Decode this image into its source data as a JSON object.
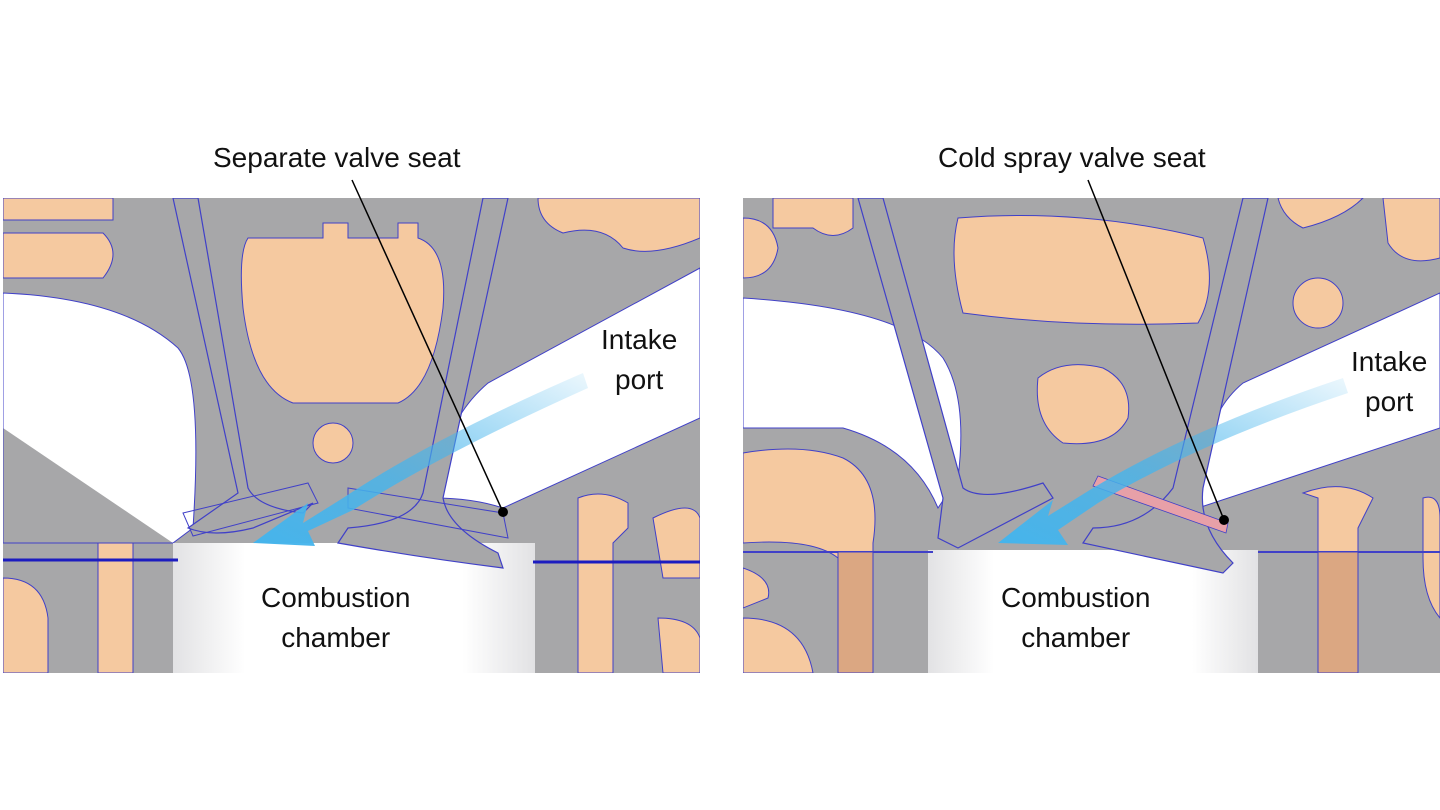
{
  "left_panel": {
    "title": "Separate valve seat",
    "port_label_line1": "Intake",
    "port_label_line2": "port",
    "chamber_label_line1": "Combustion",
    "chamber_label_line2": "chamber"
  },
  "right_panel": {
    "title": "Cold spray valve seat",
    "port_label_line1": "Intake",
    "port_label_line2": "port",
    "chamber_label_line1": "Combustion",
    "chamber_label_line2": "chamber"
  },
  "colors": {
    "metal": "#a7a7a9",
    "coolant": "#f5c9a0",
    "outline": "#4040c8",
    "flow_arrow": "#45b4ec",
    "cold_spray_seat": "#e7a0a8"
  }
}
